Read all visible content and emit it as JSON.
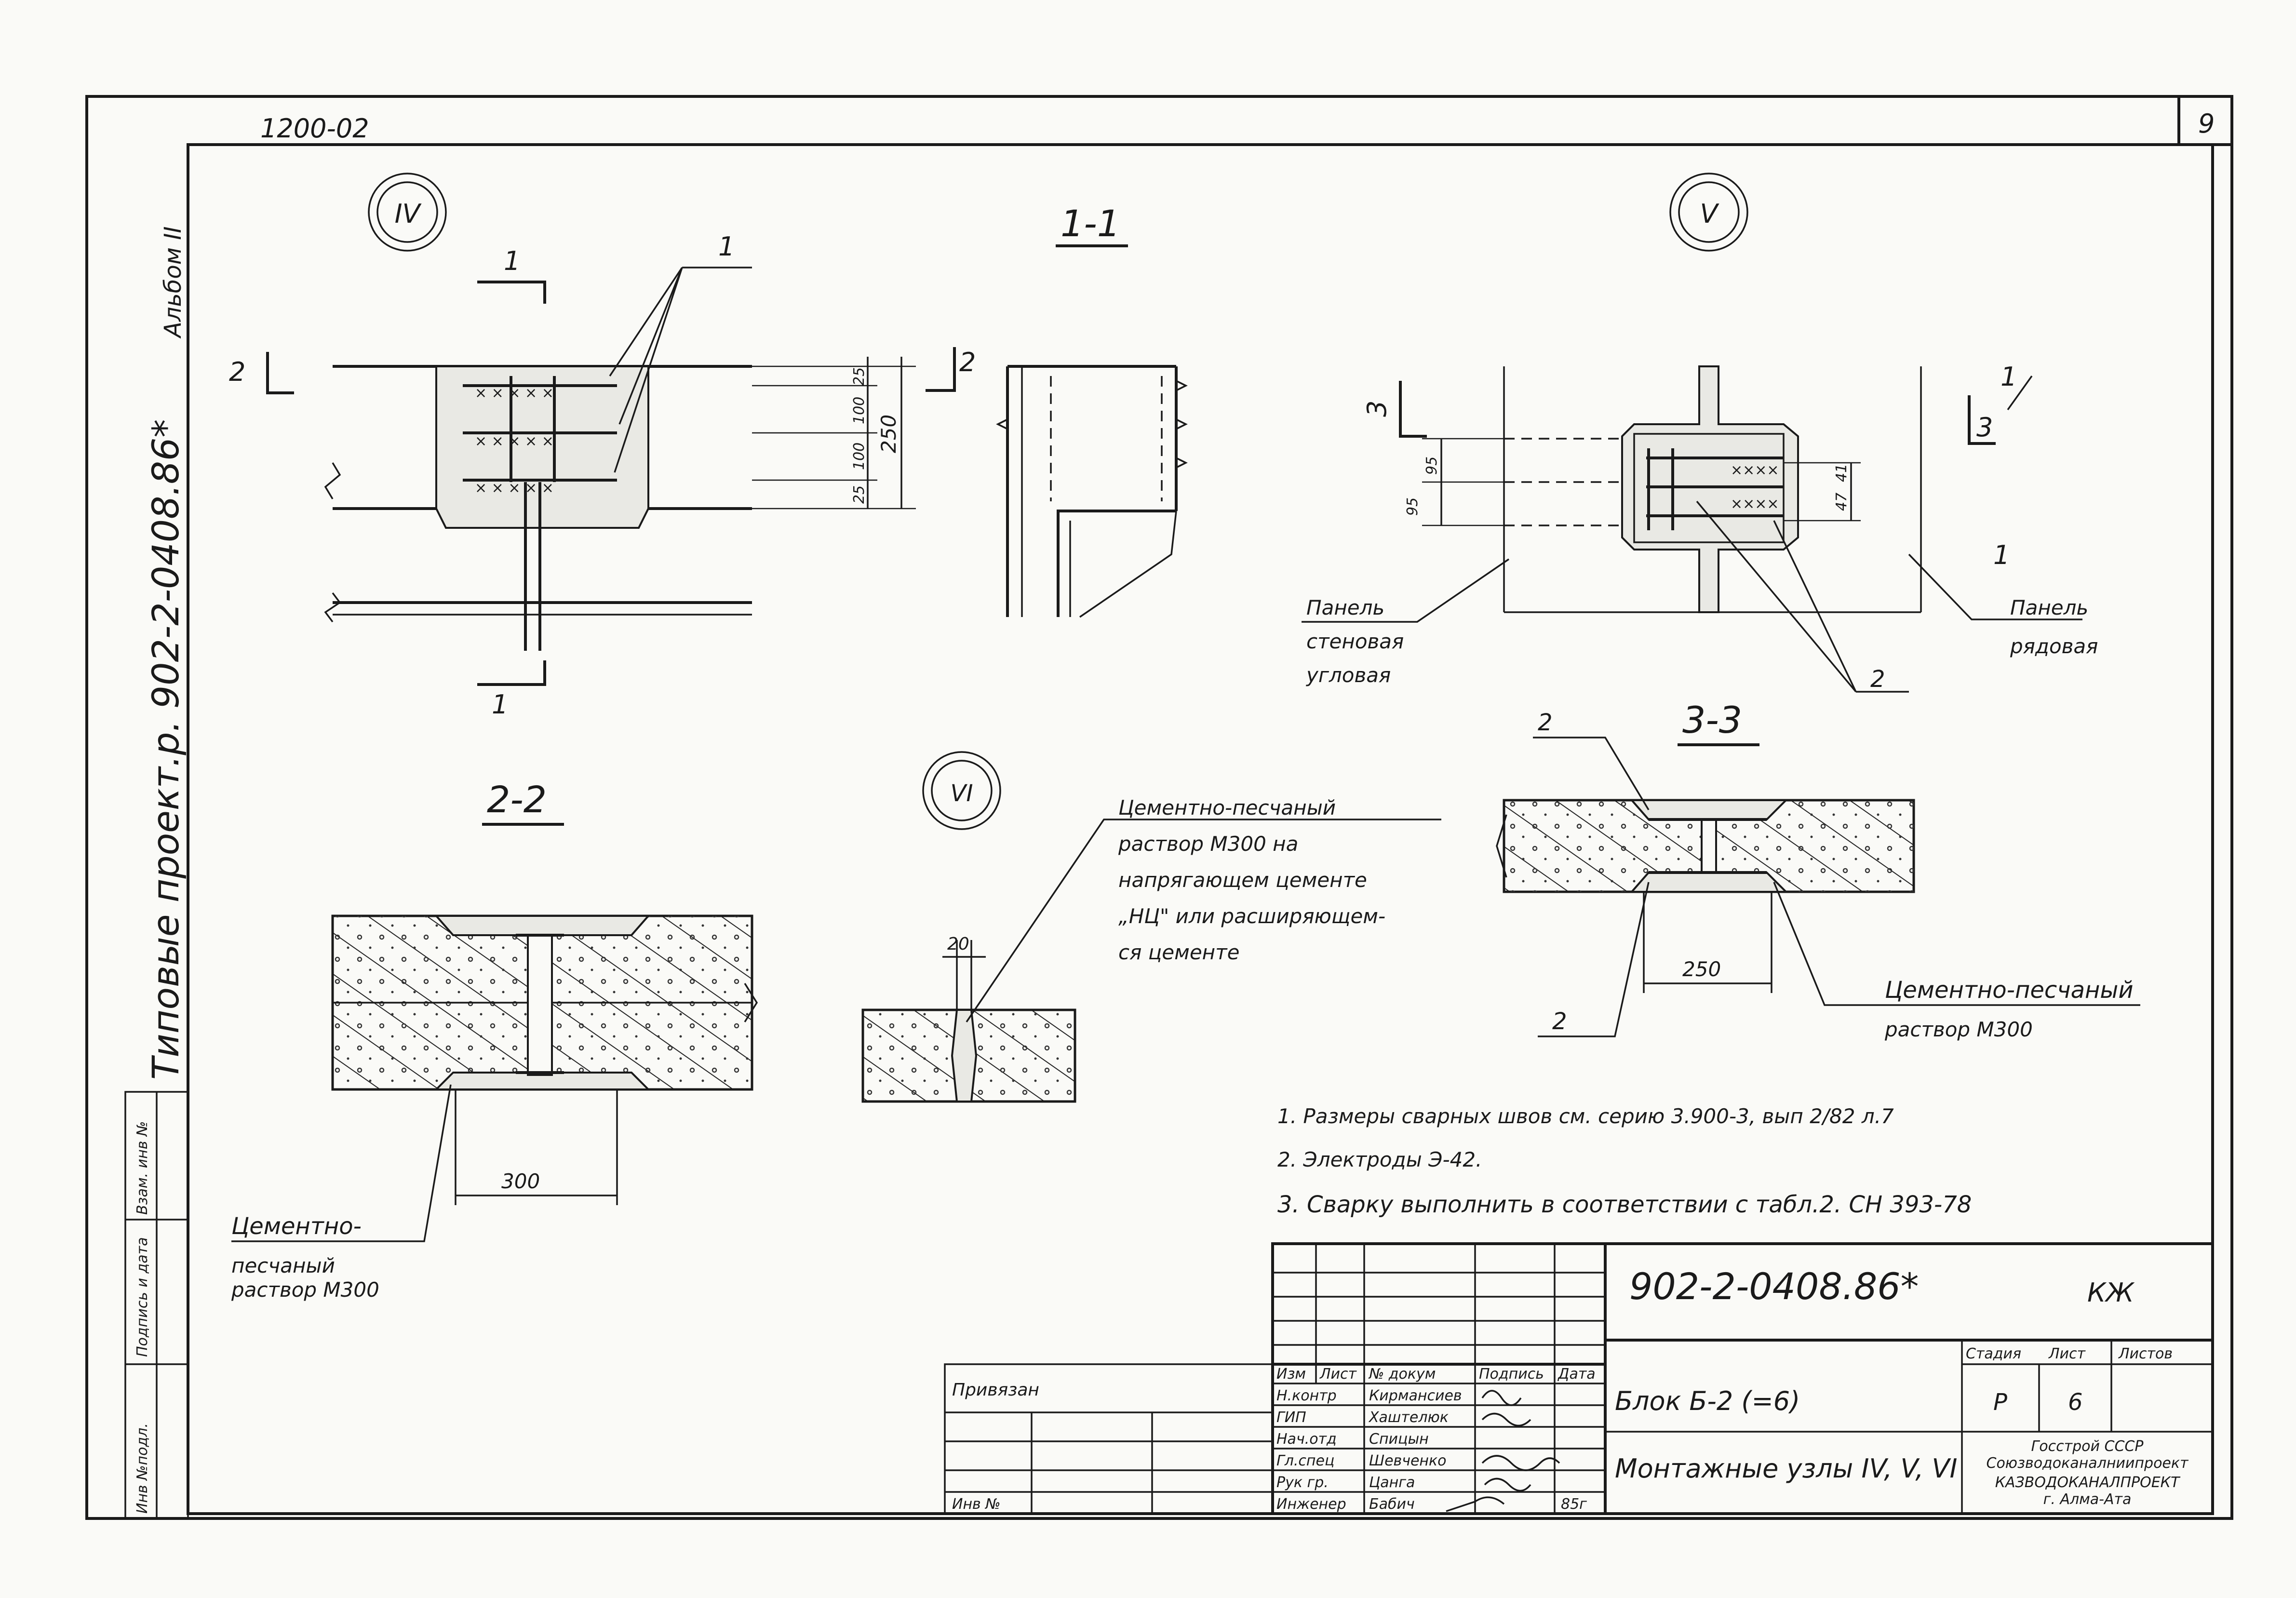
{
  "sheet": {
    "top_code": "1200-02",
    "sheet_number": "9",
    "album": "Альбом II",
    "project_vertical": "Типовые проект.р. 902-2-0408.86*"
  },
  "left_strip": {
    "cells": [
      "Инв №подл.",
      "Подпись и дата",
      "Взам. инв №"
    ]
  },
  "details": {
    "IV": {
      "badge": "IV",
      "mark1": "1",
      "mark2": "2",
      "callout": "1",
      "dims": [
        "25",
        "100",
        "100",
        "25",
        "250"
      ]
    },
    "V": {
      "badge": "V",
      "mark3": "3",
      "dims": [
        "95",
        "95",
        "47",
        "41"
      ],
      "callout1": "1",
      "callout2": "2",
      "label_left": [
        "Панель",
        "стеновая",
        "угловая"
      ],
      "label_right": [
        "Панель",
        "рядовая"
      ]
    },
    "VI": {
      "badge": "VI",
      "dim": "20",
      "note": [
        "Цементно-песчаный",
        "раствор М300 на",
        "напрягающем цементе",
        "„НЦ\" или расширяющем-",
        "ся цементе"
      ]
    }
  },
  "sections": {
    "s11": {
      "title": "1-1",
      "mark": "2"
    },
    "s22": {
      "title": "2-2",
      "dim": "300",
      "label": [
        "Цементно-",
        "песчаный",
        "раствор М300"
      ]
    },
    "s33": {
      "title": "3-3",
      "dim": "250",
      "callout_a": "2",
      "callout_b": "2",
      "label": [
        "Цементно-песчаный",
        "раствор М300"
      ]
    }
  },
  "notes": [
    "1. Размеры сварных швов см. серию 3.900-3, вып 2/82 л.7",
    "2. Электроды Э-42.",
    "3. Сварку выполнить в соответствии с табл.2. СН 393-78"
  ],
  "title_block": {
    "code": "902-2-0408.86*",
    "mark": "КЖ",
    "attached_label": "Привязан",
    "inv_label": "Инв №",
    "headers": [
      "Изм",
      "Лист",
      "№ докум",
      "Подпись",
      "Дата"
    ],
    "rows": [
      {
        "role": "Н.контр",
        "name": "Кирмансиев"
      },
      {
        "role": "ГИП",
        "name": "Хаштелюк"
      },
      {
        "role": "Нач.отд",
        "name": "Спицын"
      },
      {
        "role": "Гл.спец",
        "name": "Шевченко"
      },
      {
        "role": "Рук гр.",
        "name": "Цанга"
      },
      {
        "role": "Инженер",
        "name": "Бабич"
      }
    ],
    "date_value": "85г",
    "block_name": "Блок Б-2 (=6)",
    "subject": "Монтажные узлы IV, V, VI",
    "stage_label": "Стадия",
    "sheet_label": "Лист",
    "sheets_label": "Листов",
    "stage": "Р",
    "sheet": "6",
    "org": [
      "Госстрой СССР",
      "Союзводоканалниипроект",
      "КАЗВОДОКАНАЛПРОЕКТ",
      "г. Алма-Ата"
    ]
  }
}
